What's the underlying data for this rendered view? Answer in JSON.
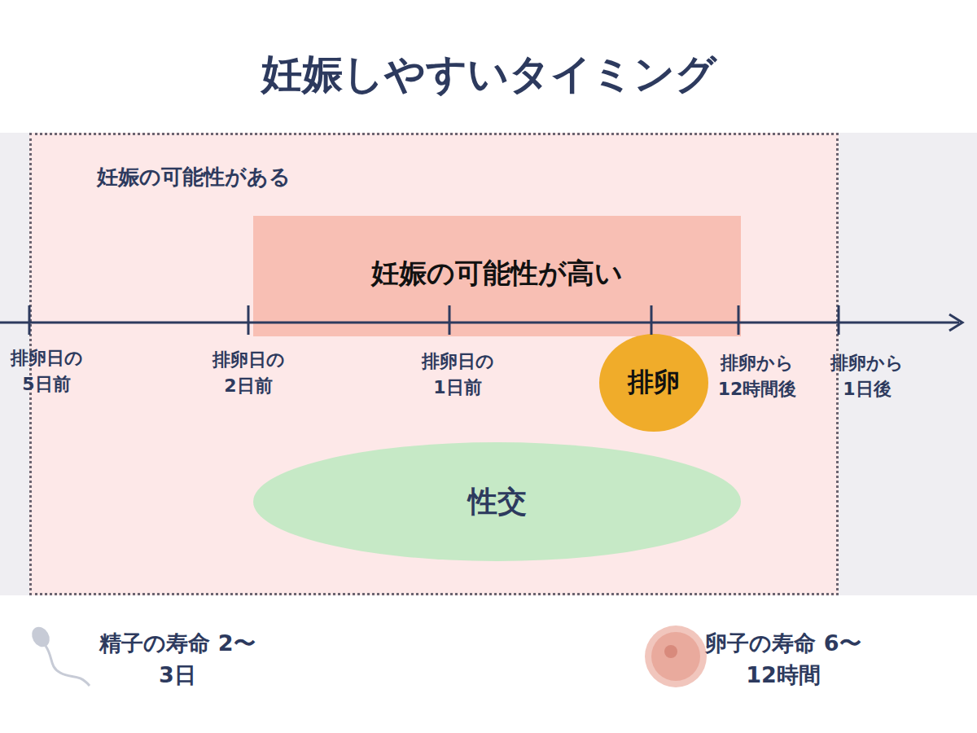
{
  "diagram": {
    "title": "妊娠しやすいタイミング",
    "nodes": [
      {
        "text": [
          "妊娠の可能性がある"
        ]
      },
      {
        "text": [
          "妊娠の可能性が高い"
        ],
        "in": 0
      },
      {
        "text": [
          "排卵"
        ],
        "in": 0
      },
      {
        "text": [
          "性交"
        ],
        "in": 0
      }
    ],
    "labels": [
      "排卵日の 5日前",
      "排卵日の 2日前",
      "排卵日の 1日前",
      "排卵から 12時間後",
      "排卵から 1日後",
      "精子の寿命 2〜3日",
      "卵子の寿命 6〜12時間"
    ]
  }
}
